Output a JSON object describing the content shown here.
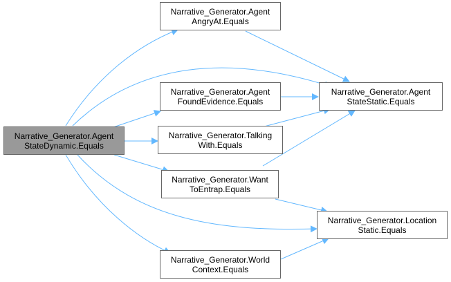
{
  "diagram": {
    "colors": {
      "edge": "#63b8ff",
      "node_border": "#666666",
      "root_fill": "#999999",
      "node_fill": "#ffffff"
    },
    "nodes": {
      "root": {
        "line1": "Narrative_Generator.Agent",
        "line2": "StateDynamic.Equals"
      },
      "angry_at": {
        "line1": "Narrative_Generator.Agent",
        "line2": "AngryAt.Equals"
      },
      "found_evidence": {
        "line1": "Narrative_Generator.Agent",
        "line2": "FoundEvidence.Equals"
      },
      "talking_with": {
        "line1": "Narrative_Generator.Talking",
        "line2": "With.Equals"
      },
      "want_to_entrap": {
        "line1": "Narrative_Generator.Want",
        "line2": "ToEntrap.Equals"
      },
      "world_context": {
        "line1": "Narrative_Generator.World",
        "line2": "Context.Equals"
      },
      "state_static": {
        "line1": "Narrative_Generator.Agent",
        "line2": "StateStatic.Equals"
      },
      "location_static": {
        "line1": "Narrative_Generator.Location",
        "line2": "Static.Equals"
      }
    }
  }
}
